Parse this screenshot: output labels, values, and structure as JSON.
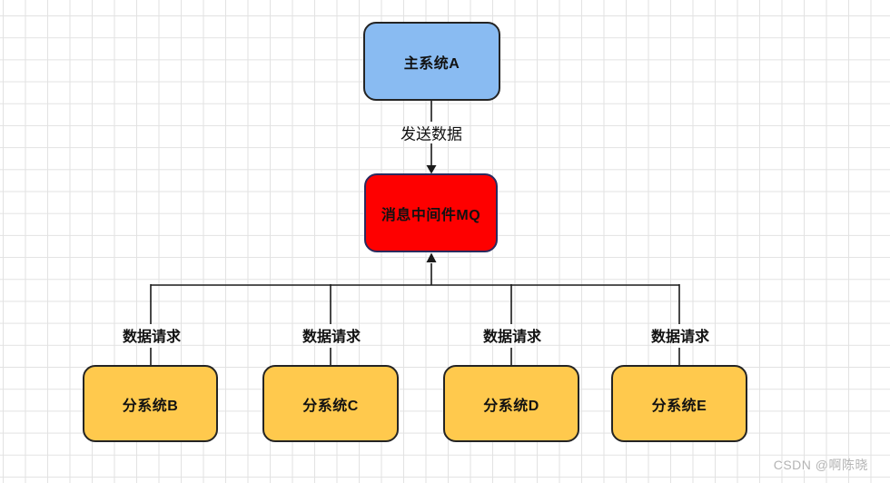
{
  "canvas": {
    "watermark": "CSDN @啊陈晓"
  },
  "colors": {
    "node_main_fill": "#89BBF2",
    "node_mq_fill": "#FE0000",
    "node_sub_fill": "#FFC94D",
    "node_border": "#242424",
    "node_mq_border": "#2A2A5E",
    "connector": "#1A1A1A",
    "grid_line": "#E2E2E2",
    "text": "#111111",
    "watermark_text": "#B4B4B4"
  },
  "nodes": [
    {
      "id": "main-system-a",
      "label": "主系统A",
      "fill": "#89BBF2",
      "border": "#242424"
    },
    {
      "id": "mq-middleware",
      "label": "消息中间件MQ",
      "fill": "#FE0000",
      "border": "#2A2A5E"
    },
    {
      "id": "subsystem-b",
      "label": "分系统B",
      "fill": "#FFC94D",
      "border": "#242424"
    },
    {
      "id": "subsystem-c",
      "label": "分系统C",
      "fill": "#FFC94D",
      "border": "#242424"
    },
    {
      "id": "subsystem-d",
      "label": "分系统D",
      "fill": "#FFC94D",
      "border": "#242424"
    },
    {
      "id": "subsystem-e",
      "label": "分系统E",
      "fill": "#FFC94D",
      "border": "#242424"
    }
  ],
  "edges": [
    {
      "from": "main-system-a",
      "to": "mq-middleware",
      "label": "发送数据"
    },
    {
      "from": "subsystem-b",
      "to": "mq-middleware",
      "label": "数据请求"
    },
    {
      "from": "subsystem-c",
      "to": "mq-middleware",
      "label": "数据请求"
    },
    {
      "from": "subsystem-d",
      "to": "mq-middleware",
      "label": "数据请求"
    },
    {
      "from": "subsystem-e",
      "to": "mq-middleware",
      "label": "数据请求"
    }
  ]
}
